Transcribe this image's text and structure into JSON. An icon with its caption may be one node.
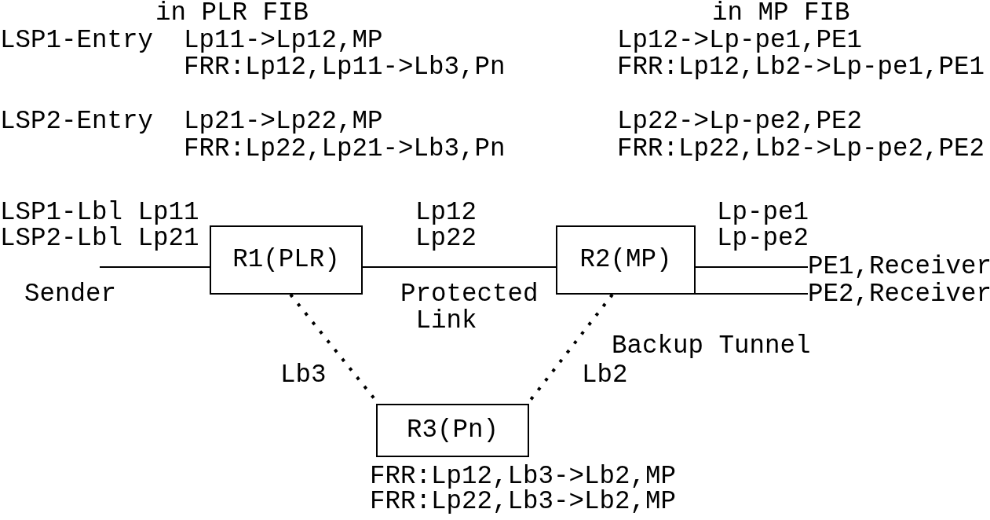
{
  "diagram": {
    "nodes": [
      {
        "text": [
          "R1(PLR)"
        ]
      },
      {
        "text": [
          "R2(MP)"
        ]
      },
      {
        "text": [
          "PE1,Receiver"
        ]
      },
      {
        "text": [
          "PE2,Receiver"
        ]
      },
      {
        "text": [
          "R3(Pn)"
        ],
        "beside": [
          "FRR:Lp12,Lb3->Lb2,MP",
          "FRR:Lp22,Lb3->Lb2,MP"
        ]
      }
    ],
    "edges": [
      {
        "from": null,
        "to": 0,
        "arrow": "none"
      },
      {
        "from": 0,
        "to": 1,
        "arrow": "none"
      },
      {
        "from": 1,
        "to": 2,
        "arrow": "none"
      },
      {
        "from": 1,
        "to": 3,
        "arrow": "none"
      },
      {
        "from": 0,
        "to": 4,
        "arrow": "none",
        "style": "dashed"
      },
      {
        "from": 1,
        "to": 4,
        "arrow": "none",
        "style": "dashed"
      }
    ],
    "labels": [
      "in PLR FIB",
      "in MP FIB",
      "LSP1-Entry",
      "Lp11->Lp12,MP",
      "Lp12->Lp-pe1,PE1",
      "FRR:Lp12,Lp11->Lb3,Pn",
      "FRR:Lp12,Lb2->Lp-pe1,PE1",
      "LSP2-Entry",
      "Lp21->Lp22,MP",
      "Lp22->Lp-pe2,PE2",
      "FRR:Lp22,Lp21->Lb3,Pn",
      "FRR:Lp22,Lb2->Lp-pe2,PE2",
      "LSP1-Lbl Lp11",
      "Lp12",
      "Lp-pe1",
      "LSP2-Lbl Lp21",
      "Lp22",
      "Lp-pe2",
      "Sender",
      "Protected Link",
      "Backup Tunnel",
      "Lb3",
      "Lb2"
    ]
  }
}
